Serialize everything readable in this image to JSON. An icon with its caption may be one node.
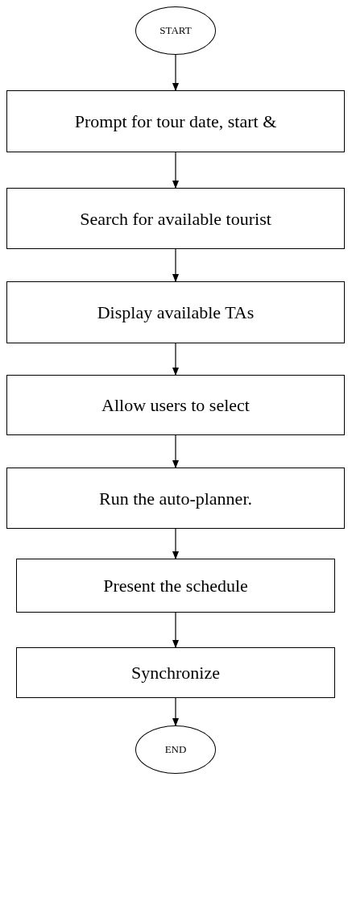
{
  "diagram": {
    "nodes": [
      {
        "text": [
          "START"
        ]
      },
      {
        "text": [
          "Prompt for tour date, start &"
        ]
      },
      {
        "text": [
          "Search for available tourist"
        ]
      },
      {
        "text": [
          "Display available TAs"
        ]
      },
      {
        "text": [
          "Allow users to select"
        ]
      },
      {
        "text": [
          "Run the auto-planner."
        ]
      },
      {
        "text": [
          "Present the schedule"
        ]
      },
      {
        "text": [
          "Synchronize"
        ]
      },
      {
        "text": [
          "END"
        ]
      }
    ],
    "edges": [
      {
        "from": 0,
        "to": 1,
        "arrow": "to"
      },
      {
        "from": 1,
        "to": 2,
        "arrow": "to"
      },
      {
        "from": 2,
        "to": 3,
        "arrow": "to"
      },
      {
        "from": 3,
        "to": 4,
        "arrow": "to"
      },
      {
        "from": 4,
        "to": 5,
        "arrow": "to"
      },
      {
        "from": 5,
        "to": 6,
        "arrow": "to"
      },
      {
        "from": 6,
        "to": 7,
        "arrow": "to"
      },
      {
        "from": 7,
        "to": 8,
        "arrow": "to"
      }
    ]
  }
}
